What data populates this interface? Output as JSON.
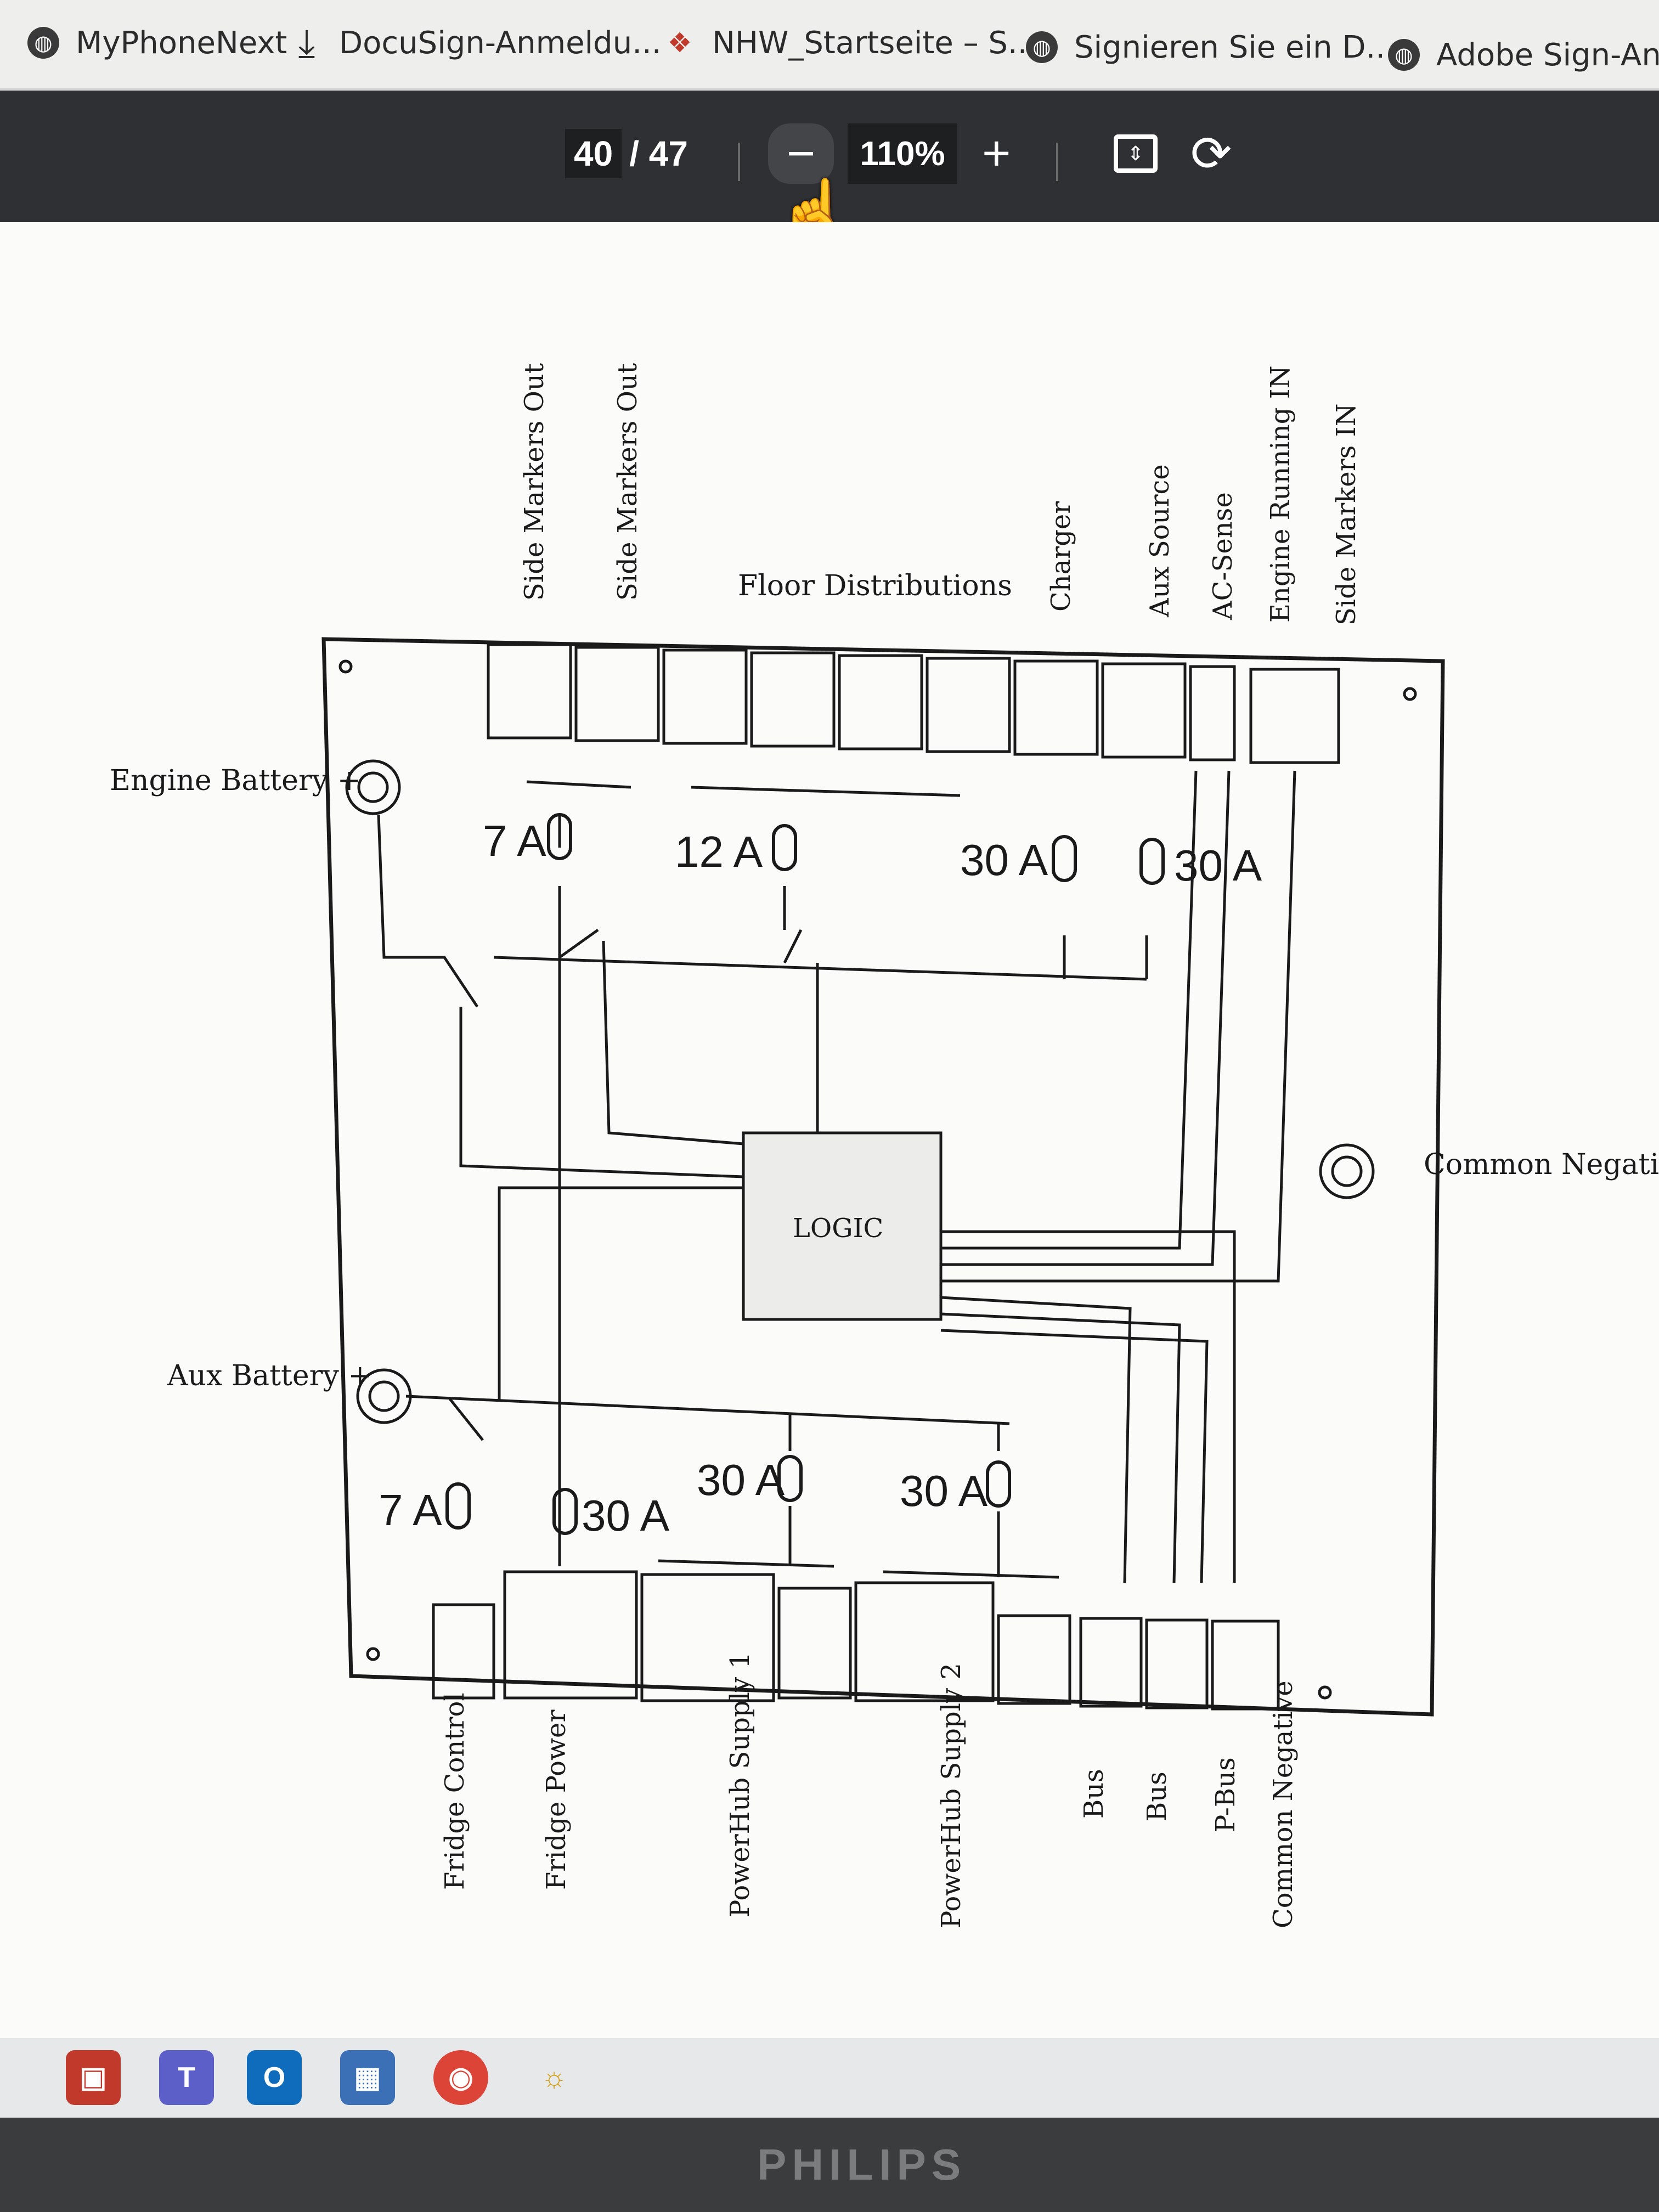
{
  "bookmarks": [
    {
      "label": "MyPhoneNext",
      "icon": "globe-icon"
    },
    {
      "label": "DocuSign-Anmeldu...",
      "icon": "download-icon"
    },
    {
      "label": "NHW_Startseite – S...",
      "icon": "nhw-logo-icon"
    },
    {
      "label": "Signieren Sie ein D...",
      "icon": "globe-icon"
    },
    {
      "label": "Adobe Sign-Ann",
      "icon": "globe-icon"
    }
  ],
  "toolbar": {
    "page_current": "40",
    "page_total": "/ 47",
    "zoom": "110%",
    "zoom_out": "−",
    "zoom_in": "+",
    "rotate": "⟳"
  },
  "diagram": {
    "top_labels": [
      "Side Markers Out",
      "Side Markers Out",
      "Floor Distributions",
      "Charger",
      "Aux Source",
      "AC-Sense",
      "Engine Running IN",
      "Side Markers IN"
    ],
    "bottom_labels": [
      "Fridge Control",
      "Fridge Power",
      "PowerHub Supply 1",
      "PowerHub Supply 2",
      "Bus",
      "Bus",
      "P-Bus",
      "Common Negative"
    ],
    "left_labels": [
      "Engine Battery +",
      "Aux Battery +"
    ],
    "right_label": "Common Negative",
    "logic_label": "LOGIC",
    "fuses": [
      "7 A",
      "12 A",
      "30 A",
      "30 A",
      "7 A",
      "30 A",
      "30 A",
      "30 A"
    ]
  },
  "taskbar": {
    "apps": [
      {
        "icon": "screen-share-icon",
        "color": "#c0392b"
      },
      {
        "icon": "teams-icon",
        "color": "#5b5fc7"
      },
      {
        "icon": "outlook-icon",
        "color": "#0f6cbd"
      },
      {
        "icon": "apps-grid-icon",
        "color": "#3b6fb6"
      },
      {
        "icon": "chrome-icon",
        "color": "#db4437"
      },
      {
        "icon": "sun-icon",
        "color": "#d4a017"
      }
    ],
    "outlook_letter": "O",
    "teams_letter": "T",
    "monitor_brand": "PHILIPS"
  }
}
